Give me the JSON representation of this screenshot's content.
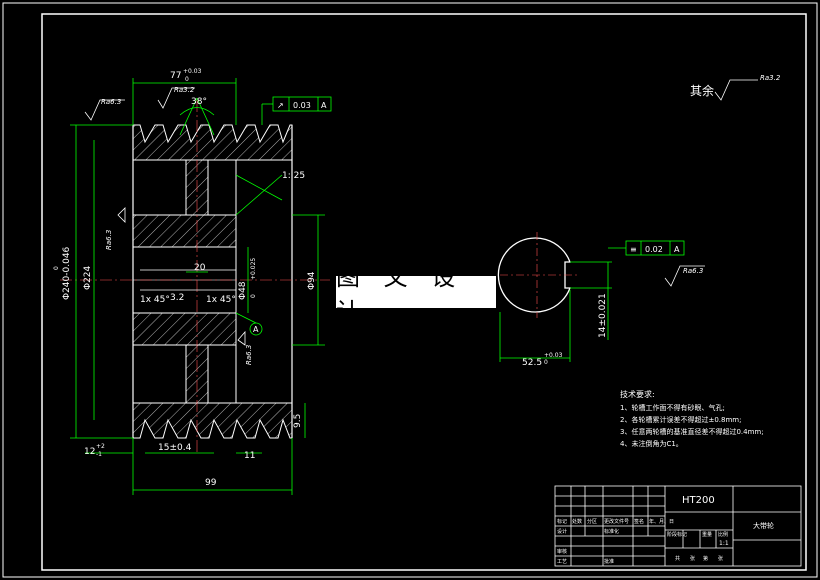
{
  "colors": {
    "background": "#000000",
    "line": "#ffffff",
    "dimension": "#00ff00",
    "hatch": "#ffffff",
    "text": "#ffffff",
    "watermark_bg": "#ffffff"
  },
  "watermark": "图 文 设 计",
  "dims": {
    "top_width": "77",
    "top_width_tol_upper": "+0.03",
    "top_width_tol_lower": "0",
    "angle": "38°",
    "diameter_outer": "Φ240-0.046",
    "diameter_outer_upper": "0",
    "diameter_224": "Φ224",
    "diameter_94": "Φ94",
    "bore": "Φ48",
    "bore_tol": "+0.025",
    "bore_tol_lower": "0",
    "web": "20",
    "chamfer_left": "1x 45°",
    "chamfer_right": "1x 45°",
    "r32": "3.2",
    "r125": "1: 25",
    "groove_depth": "9.5",
    "flange": "12",
    "flange_tol_upper": "+2",
    "flange_tol_lower": "-1",
    "pitch": "15±0.4",
    "groove": "11",
    "total_width": "99",
    "keyway_width": "14±0.021",
    "keyway_depth": "52.5",
    "keyway_depth_tol": "+0.03",
    "keyway_depth_tol_lower": "0"
  },
  "roughness": {
    "top_left": "Ra6.3",
    "top_mid": "Ra3.2",
    "left_face": "Ra6.3",
    "bore_face": "Ra6.3",
    "keyway": "Ra6.3",
    "rest_label": "其余",
    "rest_value": "Ra3.2"
  },
  "tolerance_frames": {
    "runout": {
      "symbol": "↗",
      "value": "0.03",
      "datum": "A"
    },
    "symmetry": {
      "symbol": "≡",
      "value": "0.02",
      "datum": "A"
    }
  },
  "datum_label": "A",
  "tech_requirements": {
    "title": "技术要求:",
    "items": [
      "1、轮槽工作面不得有砂眼、气孔;",
      "2、各轮槽累计误差不得超过±0.8mm;",
      "3、任意两轮槽的基准直径差不得超过0.4mm;",
      "4、未注倒角为C1。"
    ]
  },
  "title_block": {
    "material": "HT200",
    "part_name": "大带轮",
    "scale": "1:1",
    "labels": {
      "mark": "标记",
      "count": "处数",
      "zone": "分区",
      "change_doc": "更改文件号",
      "sign": "签名",
      "date": "年、月、日",
      "design": "设计",
      "standardize": "标准化",
      "check": "审核",
      "process": "工艺",
      "approve": "批准",
      "stage_mark": "阶段标记",
      "weight": "重量",
      "ratio": "比例",
      "total": "共",
      "sheets": "张",
      "page": "第",
      "page_sheets": "张"
    }
  }
}
